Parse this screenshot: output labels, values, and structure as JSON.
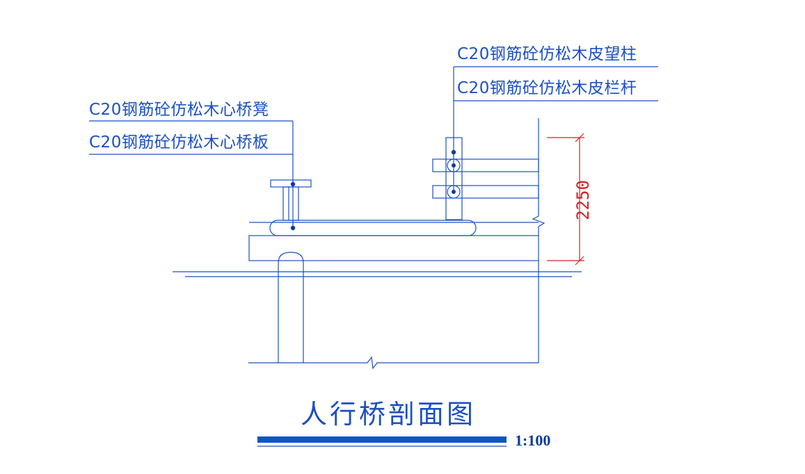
{
  "labels": {
    "left_top": "C20钢筋砼仿松木心桥凳",
    "left_bottom": "C20钢筋砼仿松木心桥板",
    "right_top": "C20钢筋砼仿松木皮望柱",
    "right_bottom": "C20钢筋砼仿松木皮栏杆"
  },
  "dimension": {
    "value": "2250"
  },
  "title": "人行桥剖面图",
  "scale": "1:100",
  "colors": {
    "line": "#1a4fc4",
    "dimension": "#d42020",
    "scale_bar": "#0b56c4"
  }
}
